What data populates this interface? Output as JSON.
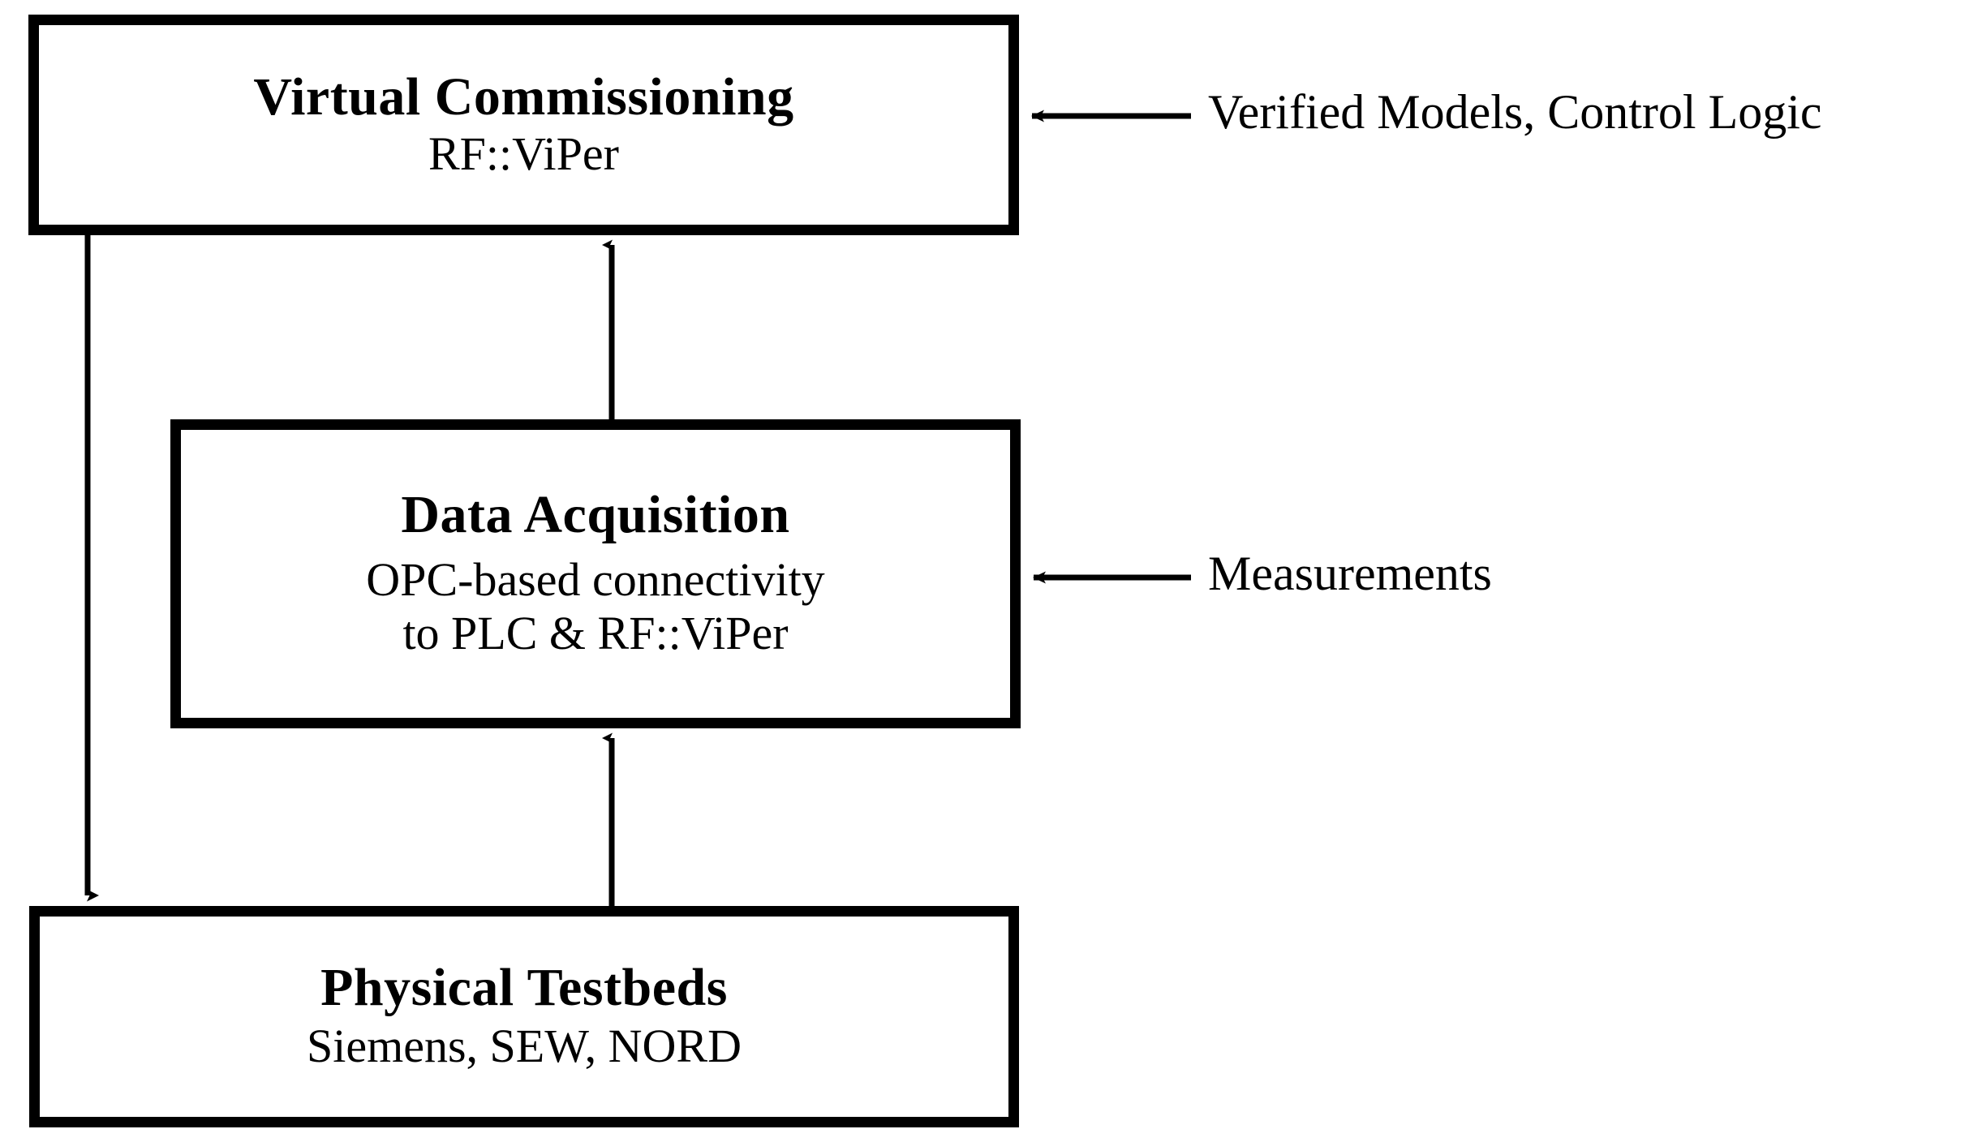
{
  "diagram": {
    "type": "block-flow",
    "nodes": [
      {
        "id": "virtual-commissioning",
        "title": "Virtual Commissioning",
        "subtitle": "RF::ViPer"
      },
      {
        "id": "data-acquisition",
        "title": "Data Acquisition",
        "subtitle_line1": "OPC-based connectivity",
        "subtitle_line2": "to PLC & RF::ViPer"
      },
      {
        "id": "physical-testbeds",
        "title": "Physical Testbeds",
        "subtitle": "Siemens, SEW, NORD"
      }
    ],
    "edge_labels": {
      "verified_models": "Verified Models, Control Logic",
      "measurements": "Measurements"
    },
    "colors": {
      "stroke": "#000000",
      "fill": "#ffffff",
      "text": "#000000"
    }
  }
}
